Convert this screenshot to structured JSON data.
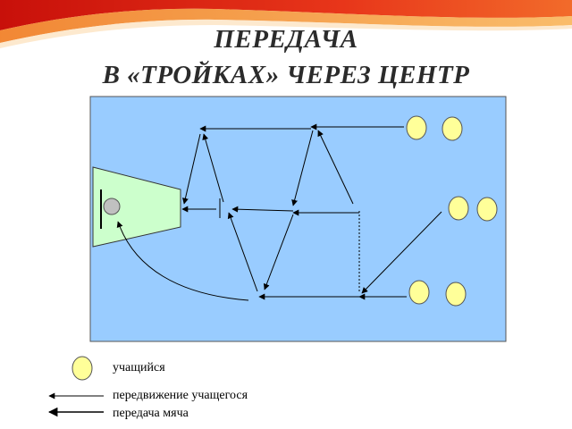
{
  "title": {
    "line1": "ПЕРЕДАЧА",
    "line2": "В «ТРОЙКАХ» ЧЕРЕЗ ЦЕНТР"
  },
  "legend": {
    "student": "учащийся",
    "movement": "передвижение учащегося",
    "pass": "передача мяча"
  },
  "colors": {
    "court": "#99ccff",
    "zone": "#ccffcc",
    "player": "#ffff99",
    "ball": "#c0c0c0",
    "arrow": "#000000"
  }
}
